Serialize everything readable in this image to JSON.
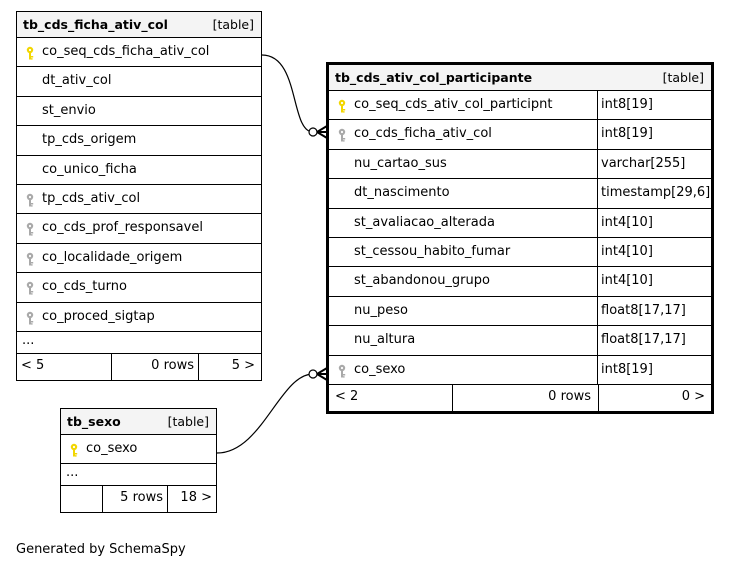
{
  "tables": {
    "ficha": {
      "name": "tb_cds_ficha_ativ_col",
      "tag": "[table]",
      "columns": [
        {
          "name": "co_seq_cds_ficha_ativ_col",
          "key": "pk"
        },
        {
          "name": "dt_ativ_col",
          "key": ""
        },
        {
          "name": "st_envio",
          "key": ""
        },
        {
          "name": "tp_cds_origem",
          "key": ""
        },
        {
          "name": "co_unico_ficha",
          "key": ""
        },
        {
          "name": "tp_cds_ativ_col",
          "key": "fk"
        },
        {
          "name": "co_cds_prof_responsavel",
          "key": "fk"
        },
        {
          "name": "co_localidade_origem",
          "key": "fk"
        },
        {
          "name": "co_cds_turno",
          "key": "fk"
        },
        {
          "name": "co_proced_sigtap",
          "key": "fk"
        }
      ],
      "ellipsis": "...",
      "footer": {
        "left": "< 5",
        "mid": "0 rows",
        "right": "5 >"
      }
    },
    "participante": {
      "name": "tb_cds_ativ_col_participante",
      "tag": "[table]",
      "columns": [
        {
          "name": "co_seq_cds_ativ_col_participnt",
          "type": "int8[19]",
          "key": "pk"
        },
        {
          "name": "co_cds_ficha_ativ_col",
          "type": "int8[19]",
          "key": "fk"
        },
        {
          "name": "nu_cartao_sus",
          "type": "varchar[255]",
          "key": ""
        },
        {
          "name": "dt_nascimento",
          "type": "timestamp[29,6]",
          "key": ""
        },
        {
          "name": "st_avaliacao_alterada",
          "type": "int4[10]",
          "key": ""
        },
        {
          "name": "st_cessou_habito_fumar",
          "type": "int4[10]",
          "key": ""
        },
        {
          "name": "st_abandonou_grupo",
          "type": "int4[10]",
          "key": ""
        },
        {
          "name": "nu_peso",
          "type": "float8[17,17]",
          "key": ""
        },
        {
          "name": "nu_altura",
          "type": "float8[17,17]",
          "key": ""
        },
        {
          "name": "co_sexo",
          "type": "int8[19]",
          "key": "fk"
        }
      ],
      "footer": {
        "left": "< 2",
        "mid": "0 rows",
        "right": "0 >"
      }
    },
    "sexo": {
      "name": "tb_sexo",
      "tag": "[table]",
      "columns": [
        {
          "name": "co_sexo",
          "key": "pk"
        }
      ],
      "ellipsis": "...",
      "footer": {
        "mid": "5 rows",
        "right": "18 >"
      }
    }
  },
  "colors": {
    "pk_key": "#f2d600",
    "fk_key": "#a9a9a9",
    "header_bg": "#f4f4f4",
    "line": "#000000"
  },
  "generated_by": "Generated by SchemaSpy"
}
